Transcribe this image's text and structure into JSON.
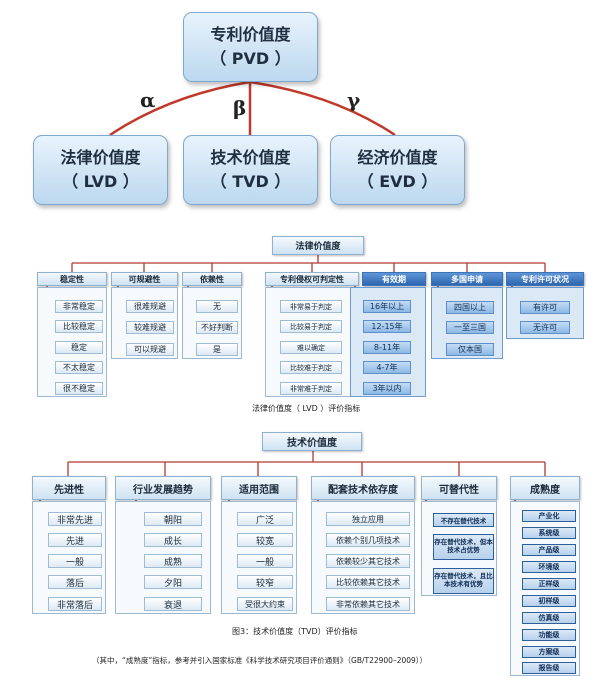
{
  "top": {
    "root": {
      "line1": "专利价值度",
      "line2": "（ PVD ）"
    },
    "children": [
      {
        "line1": "法律价值度",
        "line2": "（ LVD ）"
      },
      {
        "line1": "技术价值度",
        "line2": "（ TVD ）"
      },
      {
        "line1": "经济价值度",
        "line2": "（ EVD ）"
      }
    ],
    "weights": [
      "α",
      "β",
      "γ"
    ],
    "colors": {
      "connector": "#c0392b"
    }
  },
  "lvd": {
    "title": "法律价值度",
    "caption": "法律价值度（ LVD ）评价指标",
    "columns": [
      {
        "header": "稳定性",
        "items": [
          "非常稳定",
          "比较稳定",
          "稳定",
          "不太稳定",
          "很不稳定"
        ]
      },
      {
        "header": "可规避性",
        "items": [
          "很难规避",
          "较难规避",
          "可以规避"
        ]
      },
      {
        "header": "依赖性",
        "items": [
          "无",
          "不好判断",
          "是"
        ]
      },
      {
        "header": "专利侵权可判定性",
        "items": [
          "非常易于判定",
          "比较易于判定",
          "难以确定",
          "比较难于判定",
          "非常难于判定"
        ]
      },
      {
        "header": "有效期",
        "items": [
          "16年以上",
          "12-15年",
          "8-11年",
          "4-7年",
          "3年以内"
        ]
      },
      {
        "header": "多国申请",
        "items": [
          "四国以上",
          "一至三国",
          "仅本国"
        ]
      },
      {
        "header": "专利许可状况",
        "items": [
          "有许可",
          "无许可"
        ]
      }
    ]
  },
  "tvd": {
    "title": "技术价值度",
    "caption": "图3：技术价值度（TVD）评价指标",
    "footnote": "（其中，“成熟度”指标，参考并引入国家标准《科学技术研究项目评价通则》（GB/T22900–2009））",
    "columns": [
      {
        "header": "先进性",
        "items": [
          "非常先进",
          "先进",
          "一般",
          "落后",
          "非常落后"
        ]
      },
      {
        "header": "行业发展趋势",
        "items": [
          "朝阳",
          "成长",
          "成熟",
          "夕阳",
          "衰退"
        ]
      },
      {
        "header": "适用范围",
        "items": [
          "广泛",
          "较宽",
          "一般",
          "较窄",
          "受很大约束"
        ]
      },
      {
        "header": "配套技术依存度",
        "items": [
          "独立应用",
          "依赖个别几项技术",
          "依赖较少其它技术",
          "比较依赖其它技术",
          "非常依赖其它技术"
        ]
      },
      {
        "header": "可替代性",
        "items": [
          "不存在替代技术",
          "存在替代技术，但本技术占优势",
          "存在替代技术，且比本技术有优势"
        ]
      },
      {
        "header": "成熟度",
        "items": [
          "产业化",
          "系统级",
          "产品级",
          "环境级",
          "正样级",
          "初样级",
          "仿真级",
          "功能级",
          "方案级",
          "报告级"
        ]
      }
    ]
  }
}
